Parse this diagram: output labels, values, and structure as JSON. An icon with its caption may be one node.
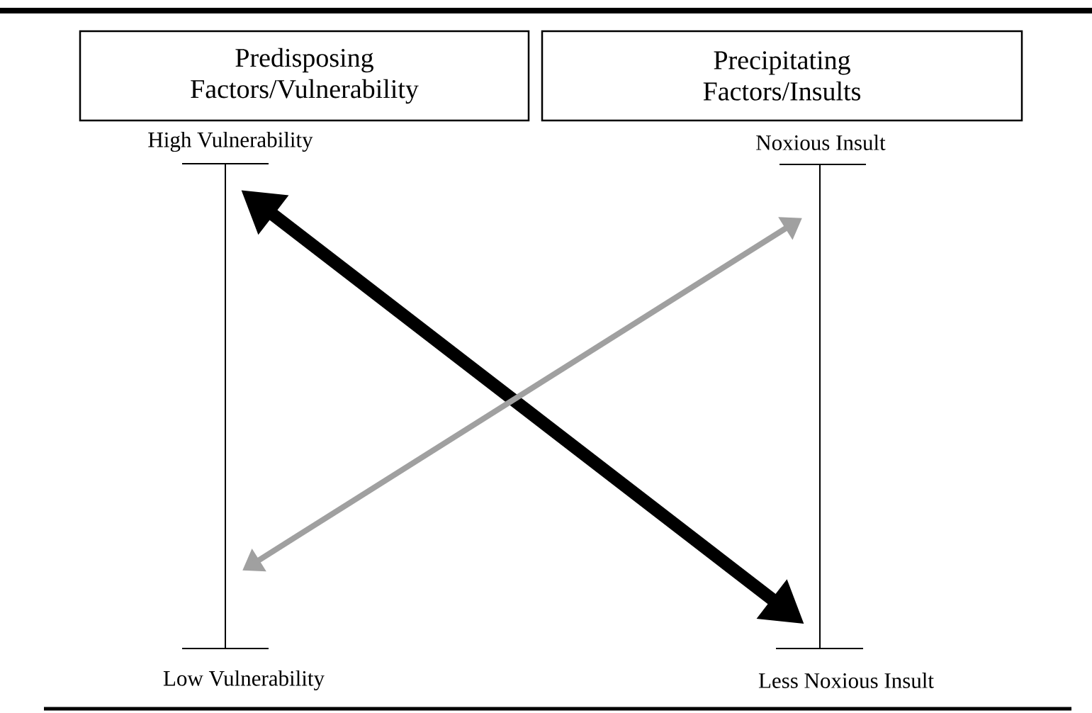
{
  "diagram": {
    "nodes": [
      {
        "text": [
          "Predisposing Factors/Vulnerability"
        ]
      },
      {
        "text": [
          "Precipitating Factors/Insults"
        ]
      },
      {
        "text": [],
        "shape": "bar",
        "beside": [
          "High Vulnerability",
          "Low Vulnerability"
        ]
      },
      {
        "text": [],
        "shape": "bar",
        "beside": [
          "Noxious Insult",
          "Less Noxious Insult"
        ]
      }
    ],
    "edges": [
      {
        "from": 2,
        "to": 3,
        "arrow": "both",
        "style": "thick"
      },
      {
        "from": 2,
        "to": 3,
        "arrow": "both",
        "color": "#a0a0a0"
      }
    ]
  }
}
